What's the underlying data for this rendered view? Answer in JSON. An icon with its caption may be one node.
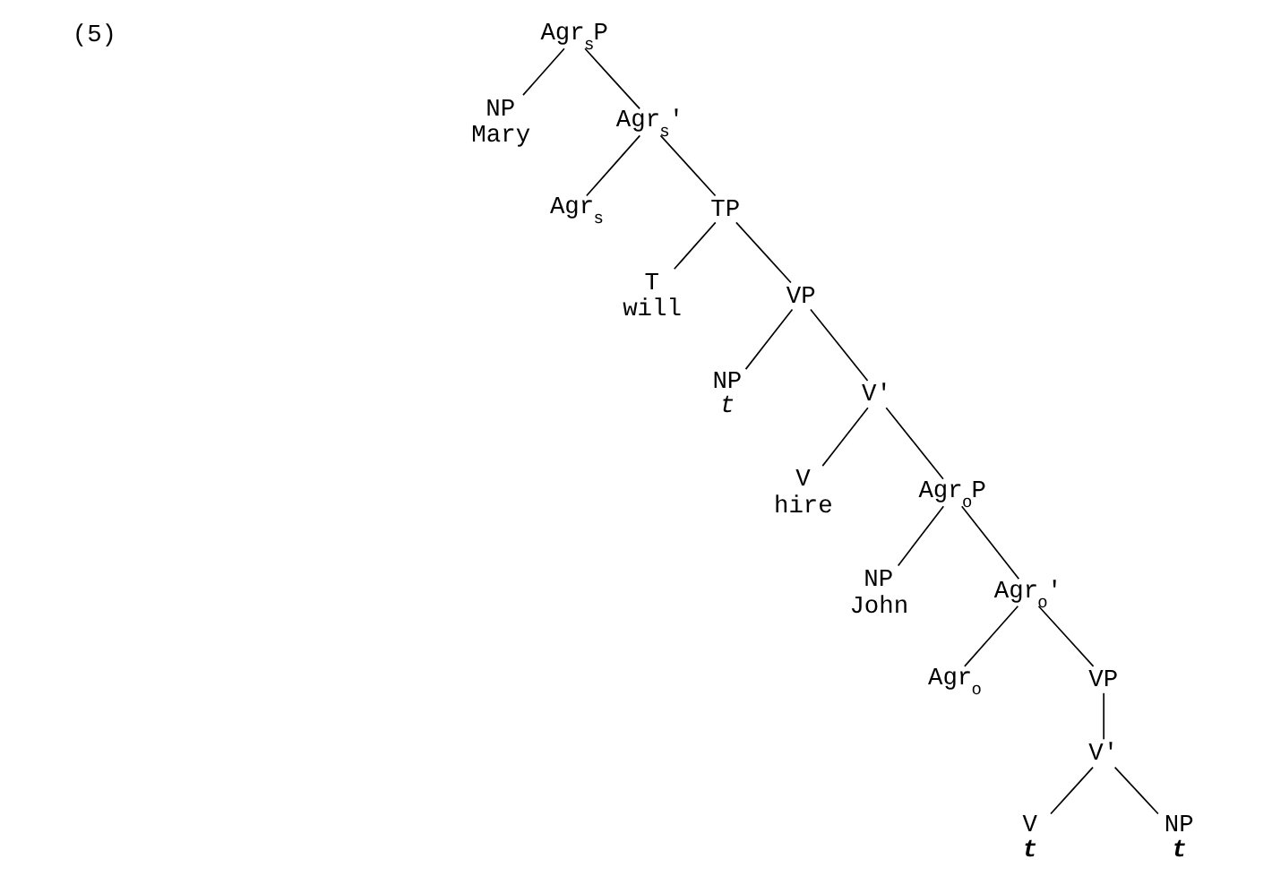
{
  "diagram": {
    "nodes": [
      {
        "text": [
          "Agr$_{s}$P"
        ]
      },
      {
        "text": [
          "NP",
          "Mary"
        ]
      },
      {
        "text": [
          "Agr$_{s}$'"
        ]
      },
      {
        "text": [
          "Agr$_{s}$"
        ]
      },
      {
        "text": [
          "TP"
        ]
      },
      {
        "text": [
          "T",
          "will"
        ]
      },
      {
        "text": [
          "VP"
        ]
      },
      {
        "text": [
          "NP",
          "t"
        ]
      },
      {
        "text": [
          "V'"
        ]
      },
      {
        "text": [
          "V",
          "hire"
        ]
      },
      {
        "text": [
          "Agr$_{o}$P"
        ]
      },
      {
        "text": [
          "NP",
          "John"
        ]
      },
      {
        "text": [
          "Agr$_{o}$'"
        ]
      },
      {
        "text": [
          "Agr$_{o}$"
        ]
      },
      {
        "text": [
          "VP"
        ]
      },
      {
        "text": [
          "V'"
        ]
      },
      {
        "text": [
          "V",
          "t"
        ]
      },
      {
        "text": [
          "NP",
          "t"
        ]
      }
    ],
    "edges": [
      {
        "from": 0,
        "to": 1,
        "arrow": "none"
      },
      {
        "from": 0,
        "to": 2,
        "arrow": "none"
      },
      {
        "from": 2,
        "to": 3,
        "arrow": "none"
      },
      {
        "from": 2,
        "to": 4,
        "arrow": "none"
      },
      {
        "from": 4,
        "to": 5,
        "arrow": "none"
      },
      {
        "from": 4,
        "to": 6,
        "arrow": "none"
      },
      {
        "from": 6,
        "to": 7,
        "arrow": "none"
      },
      {
        "from": 6,
        "to": 8,
        "arrow": "none"
      },
      {
        "from": 8,
        "to": 9,
        "arrow": "none"
      },
      {
        "from": 8,
        "to": 10,
        "arrow": "none"
      },
      {
        "from": 10,
        "to": 11,
        "arrow": "none"
      },
      {
        "from": 10,
        "to": 12,
        "arrow": "none"
      },
      {
        "from": 12,
        "to": 13,
        "arrow": "none"
      },
      {
        "from": 12,
        "to": 14,
        "arrow": "none"
      },
      {
        "from": 14,
        "to": 15,
        "arrow": "none"
      },
      {
        "from": 15,
        "to": 16,
        "arrow": "none"
      },
      {
        "from": 15,
        "to": 17,
        "arrow": "none"
      }
    ],
    "labels": [
      "(5)"
    ]
  }
}
